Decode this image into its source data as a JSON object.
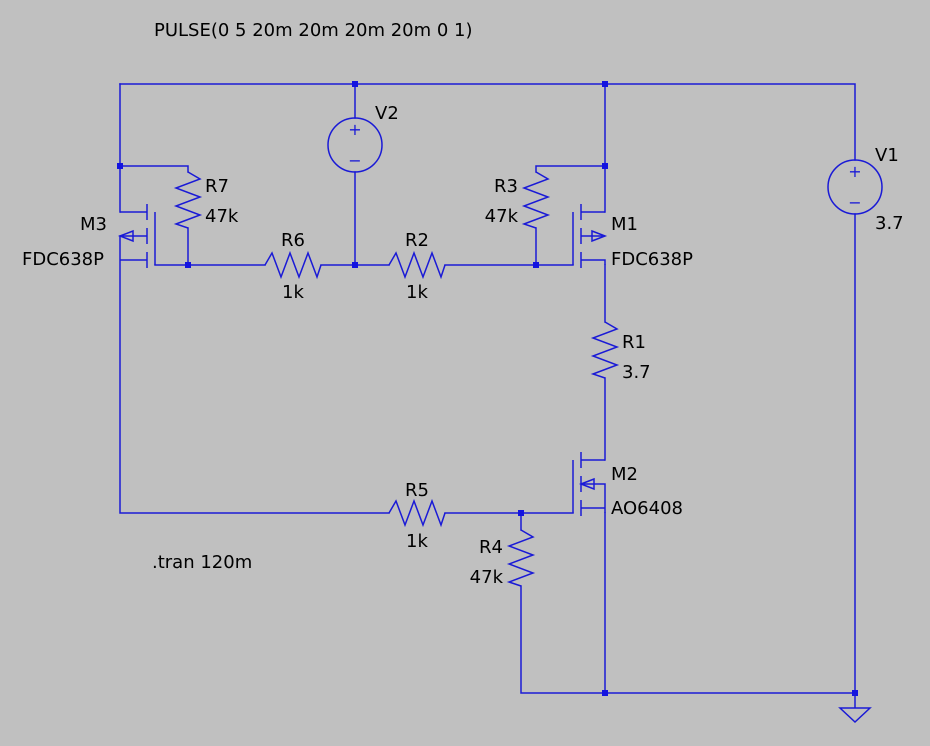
{
  "directives": {
    "pulse": "PULSE(0 5 20m 20m 20m 20m 0 1)",
    "tran": ".tran 120m"
  },
  "sources": {
    "v1": {
      "name": "V1",
      "value": "3.7"
    },
    "v2": {
      "name": "V2"
    }
  },
  "resistors": {
    "r1": {
      "name": "R1",
      "value": "3.7"
    },
    "r2": {
      "name": "R2",
      "value": "1k"
    },
    "r3": {
      "name": "R3",
      "value": "47k"
    },
    "r4": {
      "name": "R4",
      "value": "47k"
    },
    "r5": {
      "name": "R5",
      "value": "1k"
    },
    "r6": {
      "name": "R6",
      "value": "1k"
    },
    "r7": {
      "name": "R7",
      "value": "47k"
    }
  },
  "transistors": {
    "m1": {
      "name": "M1",
      "model": "FDC638P"
    },
    "m2": {
      "name": "M2",
      "model": "AO6408"
    },
    "m3": {
      "name": "M3",
      "model": "FDC638P"
    }
  },
  "symbols": {
    "plus": "+",
    "minus": "−"
  },
  "colors": {
    "background": "#c0c0c0",
    "wire": "#1a1ad6",
    "junction": "#1414e0",
    "text": "#000000"
  }
}
